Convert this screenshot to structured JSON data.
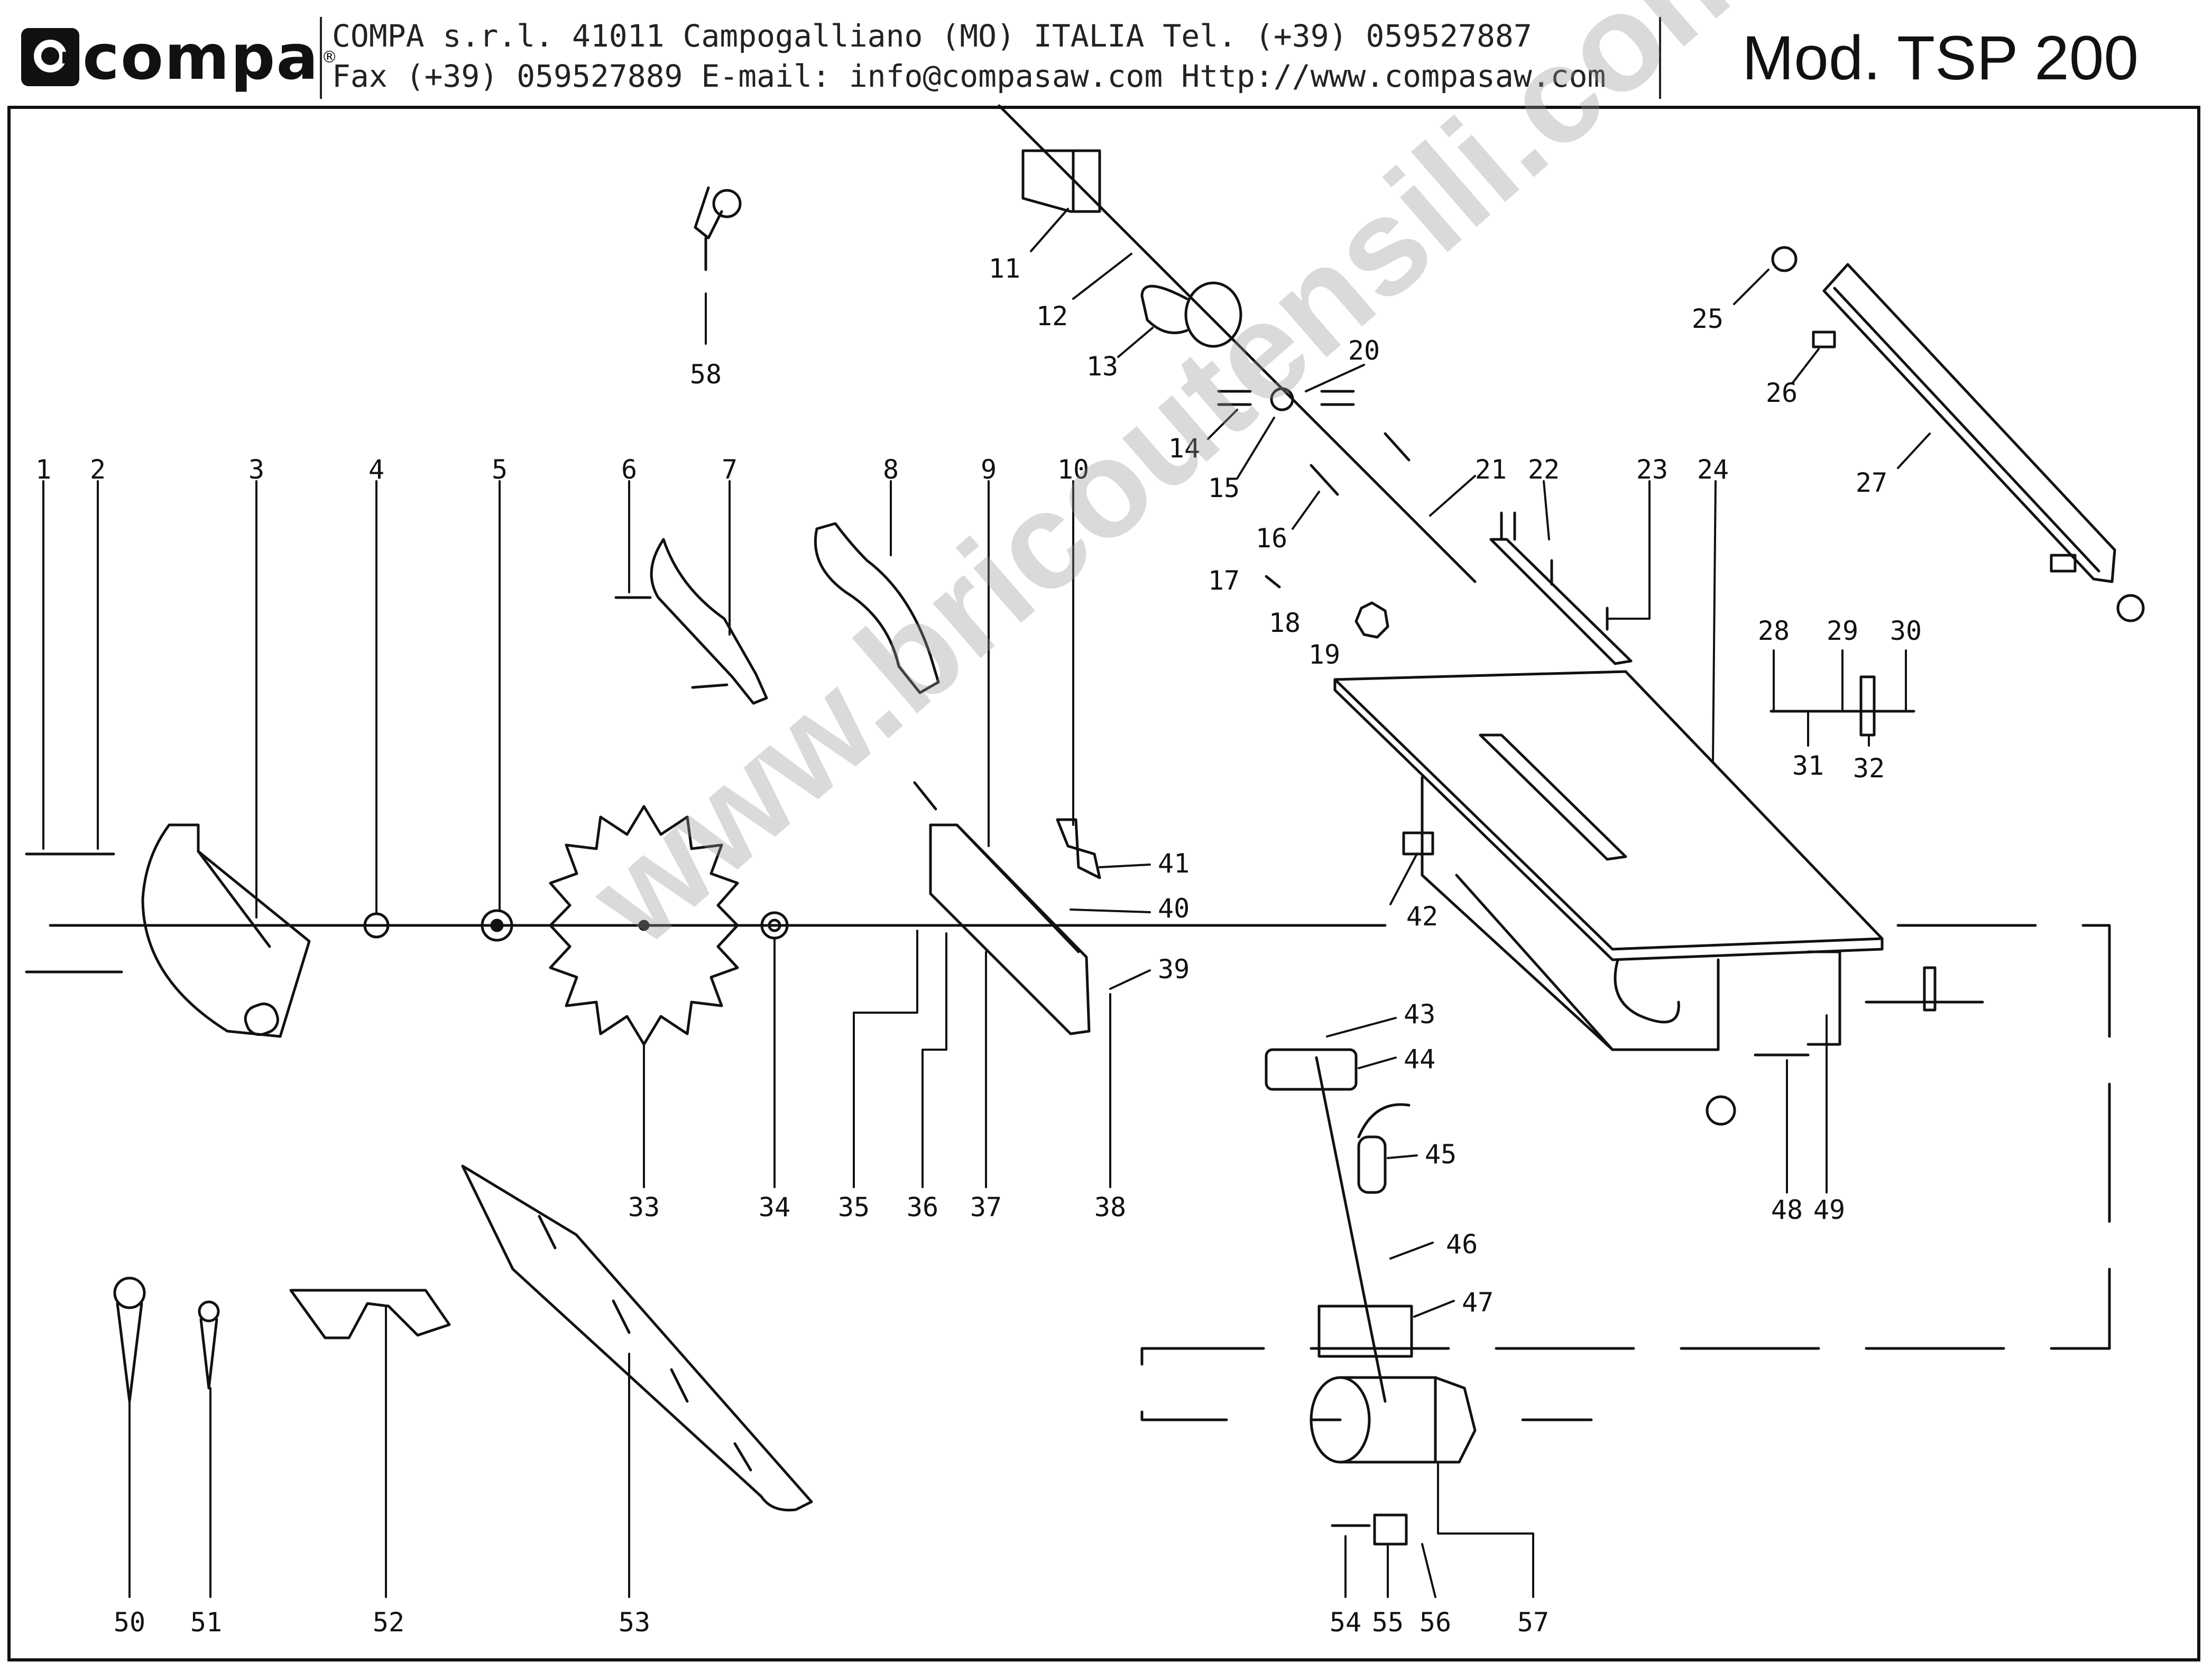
{
  "header": {
    "logo_text": "compa",
    "logo_mark": "registered-mark",
    "contact_line1": "COMPA s.r.l. 41011 Campogalliano (MO) ITALIA Tel. (+39) 059527887",
    "contact_line2": "Fax (+39) 059527889 E-mail: info@compasaw.com Http://www.compasaw.com",
    "model": "Mod. TSP 200"
  },
  "watermark": "www.bricoutensili.com",
  "parts": [
    "1",
    "2",
    "3",
    "4",
    "5",
    "6",
    "7",
    "8",
    "9",
    "10",
    "11",
    "12",
    "13",
    "14",
    "15",
    "16",
    "17",
    "18",
    "19",
    "20",
    "21",
    "22",
    "23",
    "24",
    "25",
    "26",
    "27",
    "28",
    "29",
    "30",
    "31",
    "32",
    "33",
    "34",
    "35",
    "36",
    "37",
    "38",
    "39",
    "40",
    "41",
    "42",
    "43",
    "44",
    "45",
    "46",
    "47",
    "48",
    "49",
    "50",
    "51",
    "52",
    "53",
    "54",
    "55",
    "56",
    "57",
    "58"
  ],
  "colors": {
    "ink": "#111111",
    "background": "#ffffff",
    "watermark": "#969696"
  }
}
